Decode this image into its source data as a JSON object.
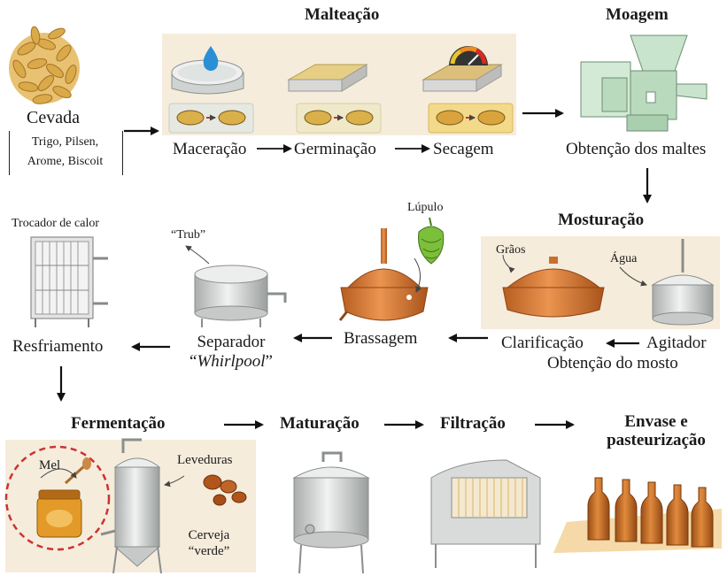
{
  "stages": {
    "malteacao": "Malteação",
    "moagem": "Moagem",
    "mosturacao": "Mosturação",
    "fermentacao": "Fermentação",
    "maturacao": "Maturação",
    "filtracao": "Filtração",
    "envase_line1": "Envase e",
    "envase_line2": "pasteurização"
  },
  "labels": {
    "cevada": "Cevada",
    "varieties_line1": "Trigo, Pilsen,",
    "varieties_line2": "Arome, Biscoit",
    "maceracao": "Maceração",
    "germinacao": "Germinação",
    "secagem": "Secagem",
    "obtencao_maltes": "Obtenção dos maltes",
    "trocador": "Trocador de calor",
    "trub": "“Trub”",
    "lupulo": "Lúpulo",
    "graos": "Grãos",
    "agua": "Água",
    "resfriamento": "Resfriamento",
    "separador": "Separador",
    "whirlpool_open": "“",
    "whirlpool": "Whirlpool",
    "whirlpool_close": "”",
    "brassagem": "Brassagem",
    "clarificacao": "Clarificação",
    "agitador": "Agitador",
    "obtencao_mosto": "Obtenção do mosto",
    "mel": "Mel",
    "leveduras": "Leveduras",
    "cerveja": "Cerveja",
    "verde": "“verde”"
  },
  "colors": {
    "copper": "#d9782f",
    "copper_dark": "#a9541c",
    "steel": "#d7d9d8",
    "steel_dark": "#9a9e9c",
    "panel_bg": "#f6ecdc",
    "grain": "#d9a94a",
    "mill_green": "#c8e4cc",
    "bottle": "#c46a23",
    "honey": "#e39a28",
    "dash_red": "#cc3333"
  },
  "icons": [
    "barley-grains-icon",
    "water-drop-icon",
    "thermometer-gauge-icon",
    "hop-cone-icon",
    "honey-jar-icon",
    "yeast-icon",
    "bottle-icon"
  ]
}
